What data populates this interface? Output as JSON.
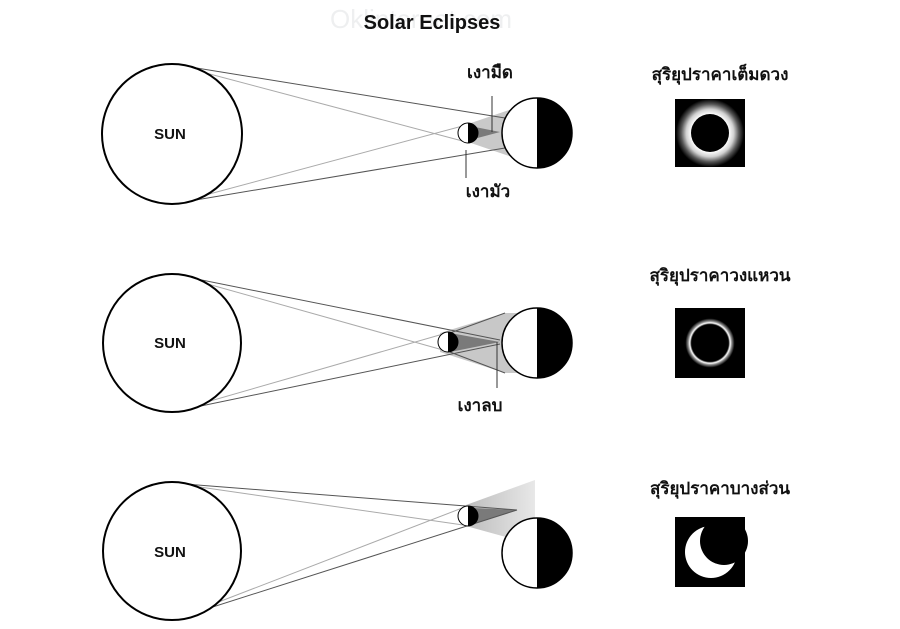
{
  "title": "Solar Eclipses",
  "watermark": "Oklinternet.com",
  "sun_label": "SUN",
  "colors": {
    "umbra": "#7a7a7a",
    "penumbra": "#c8c8c8",
    "antumbra": "#b9b9b9",
    "ray_dark": "#444444",
    "ray_light": "#aaaaaa",
    "inset_bg": "#000000"
  },
  "panels": [
    {
      "name": "total",
      "caption": "สุริยุปราคาเต็มดวง",
      "labels": [
        "เงามืด",
        "เงามัว"
      ]
    },
    {
      "name": "annular",
      "caption": "สุริยุปราคาวงแหวน",
      "labels": [
        "เงาลบ"
      ]
    },
    {
      "name": "partial",
      "caption": "สุริยุปราคาบางส่วน",
      "labels": []
    }
  ]
}
